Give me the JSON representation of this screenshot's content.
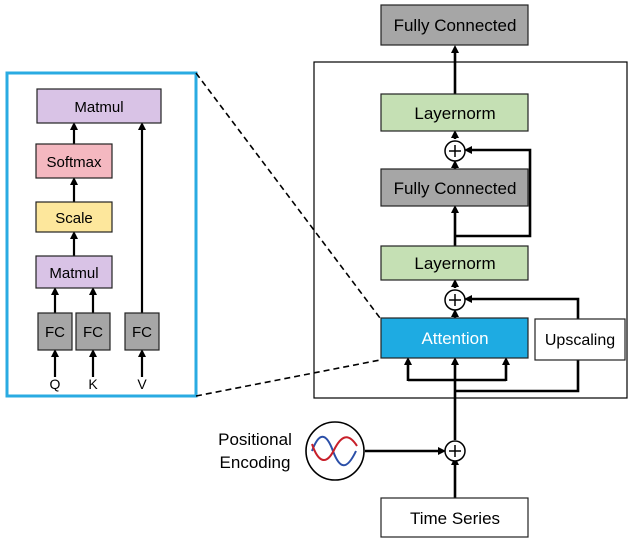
{
  "encoder": {
    "fully_connected_top": "Fully Connected",
    "layernorm_top": "Layernorm",
    "fully_connected_mid": "Fully Connected",
    "layernorm_bottom": "Layernorm",
    "attention": "Attention",
    "upscaling": "Upscaling",
    "time_series": "Time Series",
    "positional_encoding_line1": "Positional",
    "positional_encoding_line2": "Encoding"
  },
  "attention_detail": {
    "matmul_top": "Matmul",
    "softmax": "Softmax",
    "scale": "Scale",
    "matmul_bottom": "Matmul",
    "fc_q": "FC",
    "fc_k": "FC",
    "fc_v": "FC",
    "input_q": "Q",
    "input_k": "K",
    "input_v": "V"
  },
  "colors": {
    "gray_block": "#a6a6a6",
    "green_block": "#c5e0b4",
    "blue_attention": "#1eabe2",
    "purple_matmul": "#d9c3e6",
    "red_softmax": "#f4b8c0",
    "yellow_scale": "#fde79c",
    "detail_border": "#2aabe2",
    "wave_blue": "#2b4fa8",
    "wave_red": "#c8202a"
  }
}
